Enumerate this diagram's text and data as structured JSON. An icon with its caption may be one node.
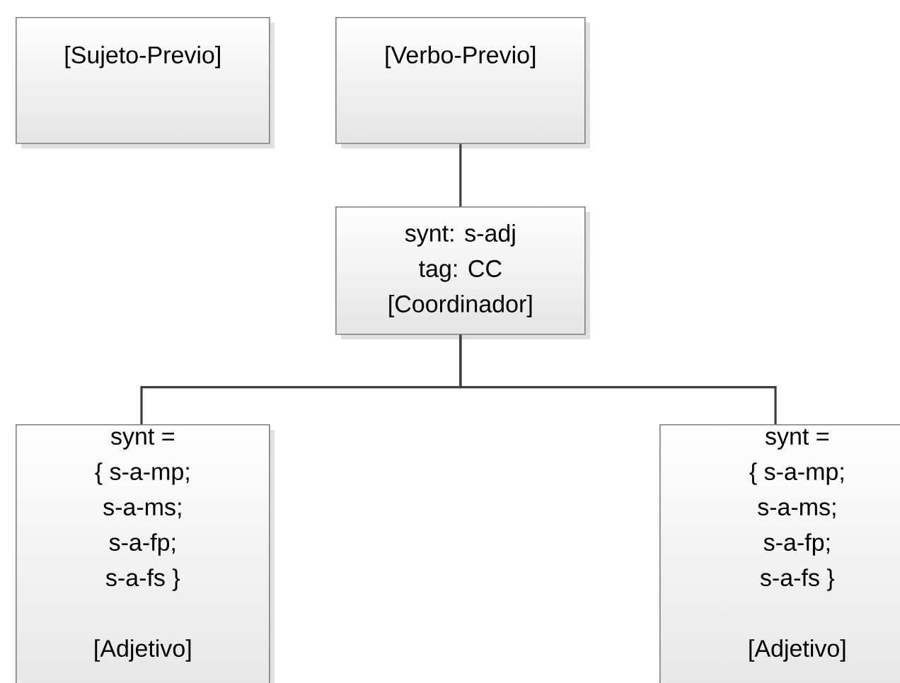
{
  "diagram": {
    "nodes": [
      {
        "text": [
          "[Sujeto-Previo]"
        ]
      },
      {
        "text": [
          "[Verbo-Previo]"
        ]
      },
      {
        "text": [
          "synt: s-adj",
          "tag: CC",
          "[Coordinador]"
        ]
      },
      {
        "text": [
          "synt =",
          "{ s-a-mp;",
          "s-a-ms;",
          "s-a-fp;",
          "s-a-fs }",
          "[Adjetivo]"
        ]
      },
      {
        "text": [
          "synt =",
          "{ s-a-mp;",
          "s-a-ms;",
          "s-a-fp;",
          "s-a-fs }",
          "[Adjetivo]"
        ]
      }
    ],
    "edges": [
      {
        "from": 1,
        "to": 2,
        "arrow": "none"
      },
      {
        "from": 2,
        "to": 3,
        "arrow": "none"
      },
      {
        "from": 2,
        "to": 4,
        "arrow": "none"
      }
    ]
  }
}
